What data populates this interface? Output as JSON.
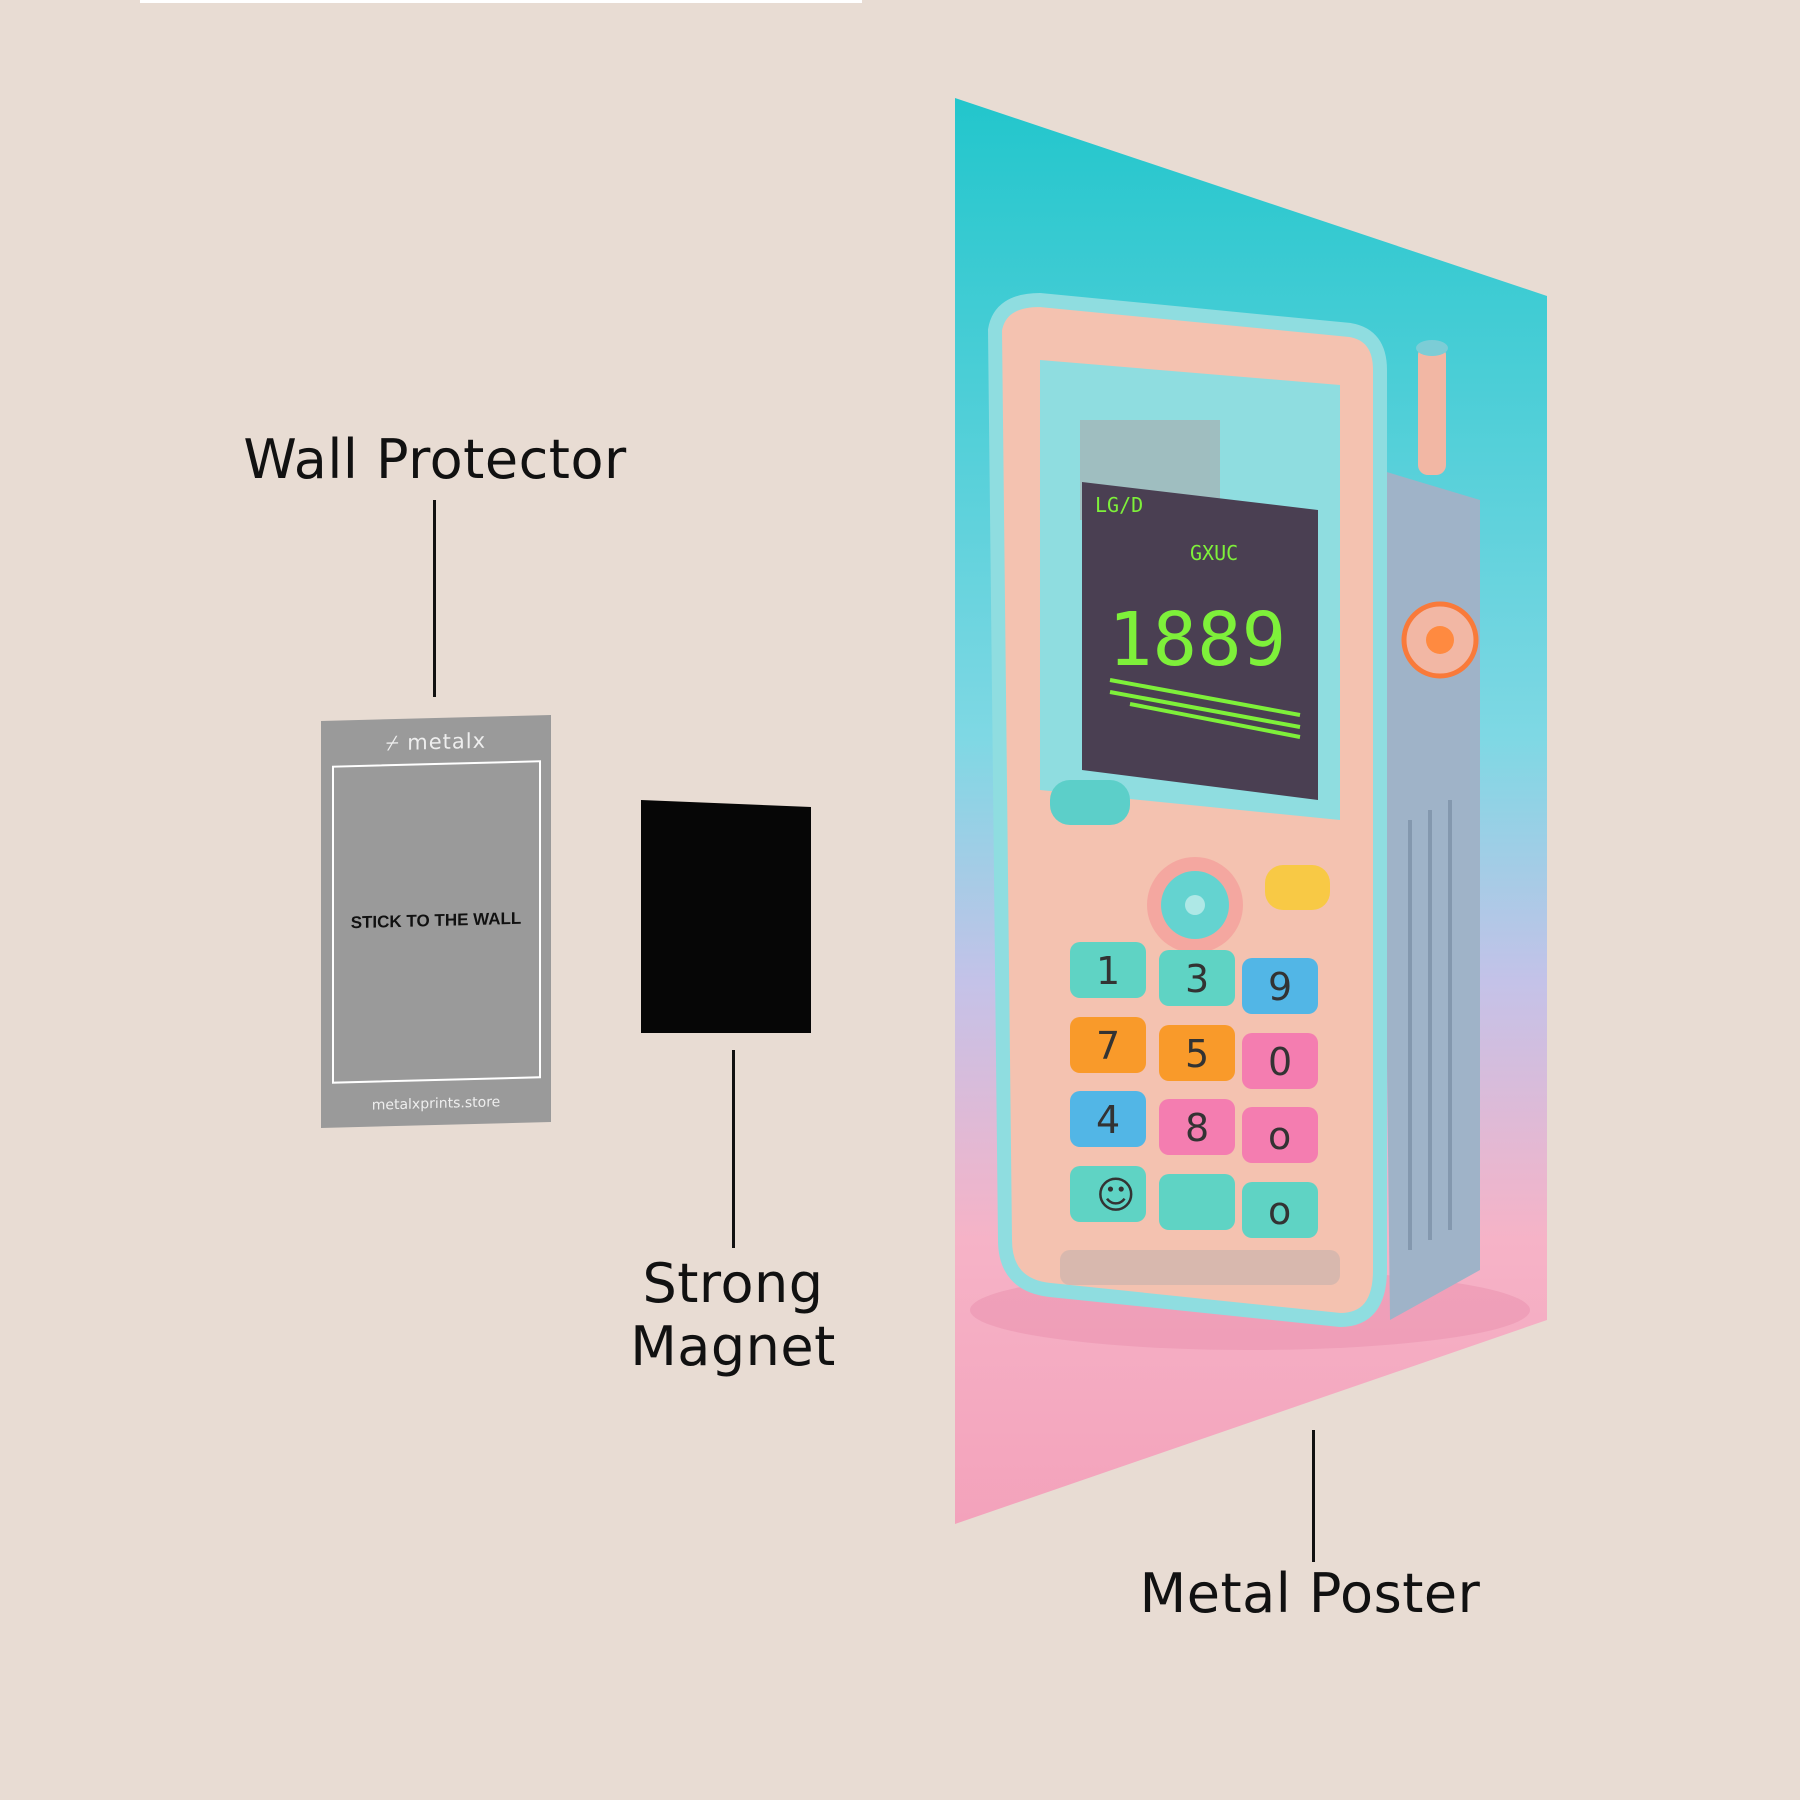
{
  "labels": {
    "wall_protector": "Wall Protector",
    "strong_magnet_line1": "Strong",
    "strong_magnet_line2": "Magnet",
    "metal_poster": "Metal Poster"
  },
  "protector": {
    "brand": "⌿ metalx",
    "instruction": "STICK TO THE WALL",
    "website": "metalxprints.store"
  },
  "poster": {
    "screen_text": "1889",
    "screen_small_left": "LG/D",
    "screen_small_right": "GXUC",
    "keys": [
      "1",
      "3",
      "9",
      "7",
      "5",
      "0",
      "4",
      "8",
      "o",
      "☺",
      "",
      "o"
    ],
    "colors": {
      "top": "#22c6cc",
      "mid": "#b7c7ec",
      "bottom": "#f6a9c0",
      "lcd_text": "#7ef03a"
    }
  }
}
